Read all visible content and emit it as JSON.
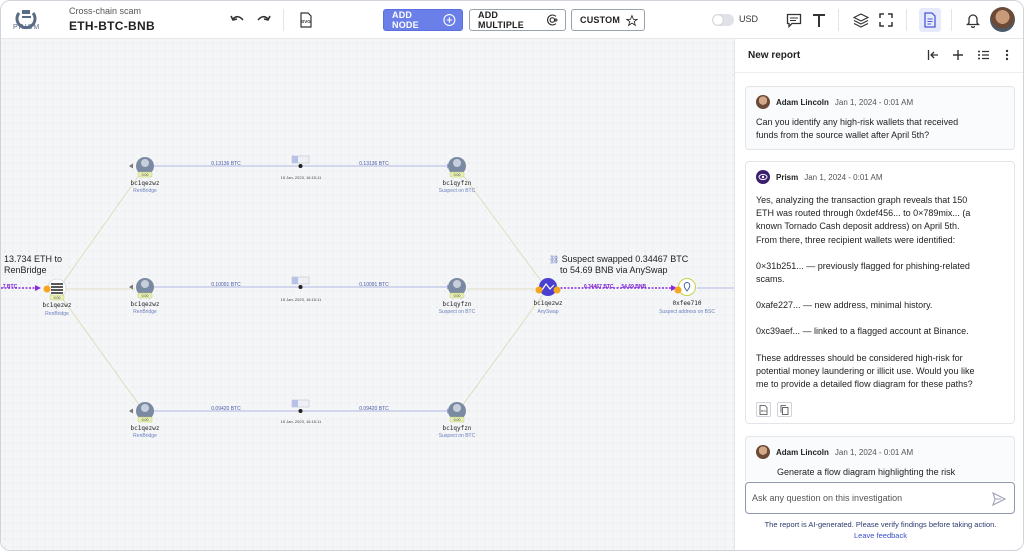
{
  "app": {
    "logo_text": "PRISM"
  },
  "case": {
    "subtitle": "Cross-chain scam",
    "title": "ETH-BTC-BNB"
  },
  "toolbar": {
    "add_node_label": "ADD NODE",
    "add_multiple_label": "ADD MULTIPLE",
    "custom_label": "CUSTOM",
    "svg_label": "SVG",
    "currency_label": "USD",
    "accent_color": "#6b7fe8"
  },
  "graph": {
    "nodes": [
      {
        "address": "bc1qezwz",
        "sub": "RenBridge",
        "tag": "0.00"
      },
      {
        "address": "bc1qezwz",
        "sub": "RenBridge",
        "tag": "0.00"
      },
      {
        "address": "bc1qezwz",
        "sub": "RenBridge",
        "tag": "0.00"
      },
      {
        "address": "bc1qezwz",
        "sub": "RenBridge",
        "tag": "0.00"
      },
      {
        "address": "bc1qyfzn",
        "sub": "Suspect on BTC",
        "tag": "0.00"
      },
      {
        "address": "bc1qyfzn",
        "sub": "Suspect on BTC",
        "tag": "0.00"
      },
      {
        "address": "bc1qyfzn",
        "sub": "Suspect on BTC",
        "tag": "0.00"
      },
      {
        "address": "bc1qezwz",
        "sub": "AnySwap",
        "tag": ""
      },
      {
        "address": "0xfee710",
        "sub": "Suspect address on BSC",
        "tag": ""
      }
    ],
    "edges": [
      {
        "amount": "0.13136 BTC",
        "date": "15 Jan, 2023, 16:15:11"
      },
      {
        "amount": "0.10091 BTC",
        "date": "15 Jan, 2023, 16:15:11"
      },
      {
        "amount": "0.09420 BTC",
        "date": "15 Jan, 2023, 16:15:11"
      }
    ],
    "swap_edge": "0.34467 BTC → 54.69 BNB",
    "left_edge": "7 BTC",
    "annotation_left": [
      "13.734 ETH to",
      "RenBridge"
    ],
    "annotation_swap": [
      "Suspect swapped 0.34467 BTC",
      "to 54.69 BNB via AnySwap"
    ]
  },
  "panel": {
    "title": "New report",
    "messages": [
      {
        "author": "Adam Lincoln",
        "date": "Jan 1, 2024 - 0:01 AM",
        "lines": [
          "Can you identify any high-risk wallets that received",
          "funds from the source wallet after April 5th?"
        ]
      },
      {
        "author": "Prism",
        "date": "Jan 1, 2024 - 0:01 AM",
        "paragraphs": [
          [
            "Yes, analyzing the transaction graph reveals that 150",
            "ETH was routed through 0xdef456... to 0×789mix... (a",
            "known Tornado Cash deposit address) on April 5th.",
            "From there, three recipient wallets were identified:"
          ],
          [
            "0×31b251... — previously flagged for phishing-related",
            "scams."
          ],
          [
            "0xafe227... — new address, minimal history."
          ],
          [
            "0xc39aef... — linked to a flagged account at Binance."
          ],
          [
            "These addresses should be considered high-risk for",
            "potential money laundering or illicit use. Would you like",
            "me to provide a detailed flow diagram for these paths?"
          ]
        ]
      },
      {
        "author": "Adam Lincoln",
        "date": "Jan 1, 2024 - 0:01 AM",
        "lines": [
          "Generate a flow diagram highlighting the risk"
        ]
      }
    ],
    "ask_placeholder": "Ask any question on this investigation",
    "disclaimer": "The report is AI-generated. Please verify findings before taking action.",
    "feedback_link": "Leave feedback"
  }
}
